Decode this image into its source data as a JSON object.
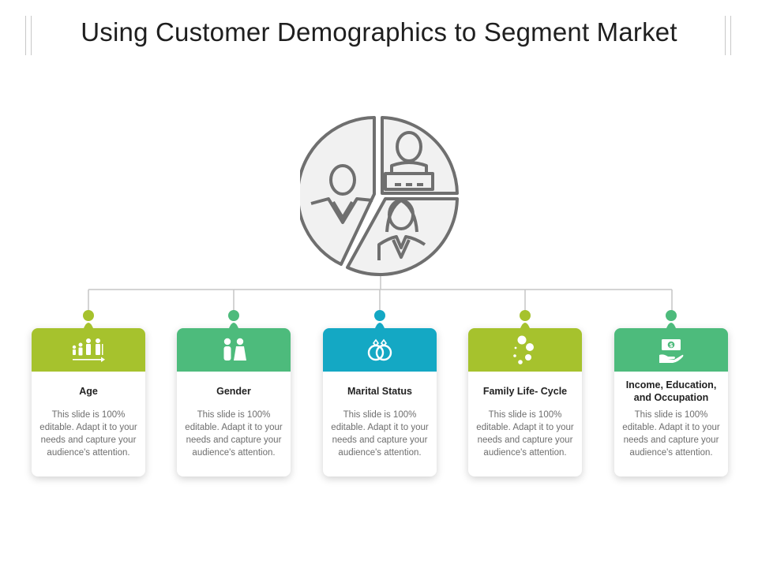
{
  "title": "Using Customer Demographics to Segment Market",
  "colors": {
    "lime": "#a6c22d",
    "green": "#4dbb7c",
    "teal": "#14a8c4",
    "icon_gray": "#6f6f6f",
    "line_gray": "#c6c6c6",
    "body_text": "#6e6e6e"
  },
  "center_graphic": {
    "icon": "people-pie-icon"
  },
  "cards": [
    {
      "color": "#a6c22d",
      "icon": "family-age-icon",
      "title": "Age",
      "text": "This slide is 100% editable. Adapt it to your needs and capture your audience's attention."
    },
    {
      "color": "#4dbb7c",
      "icon": "gender-icon",
      "title": "Gender",
      "text": "This slide is 100% editable. Adapt it to your needs and capture your audience's attention."
    },
    {
      "color": "#14a8c4",
      "icon": "rings-icon",
      "title": "Marital Status",
      "text": "This slide is 100% editable. Adapt it to your needs and capture your audience's attention."
    },
    {
      "color": "#a6c22d",
      "icon": "life-cycle-dots-icon",
      "title": "Family Life- Cycle",
      "text": "This slide is 100% editable. Adapt it to your needs and capture your audience's attention."
    },
    {
      "color": "#4dbb7c",
      "icon": "money-hand-icon",
      "title": "Income, Education, and Occupation",
      "text": "This slide is 100% editable. Adapt it to your needs and capture your audience's attention."
    }
  ]
}
